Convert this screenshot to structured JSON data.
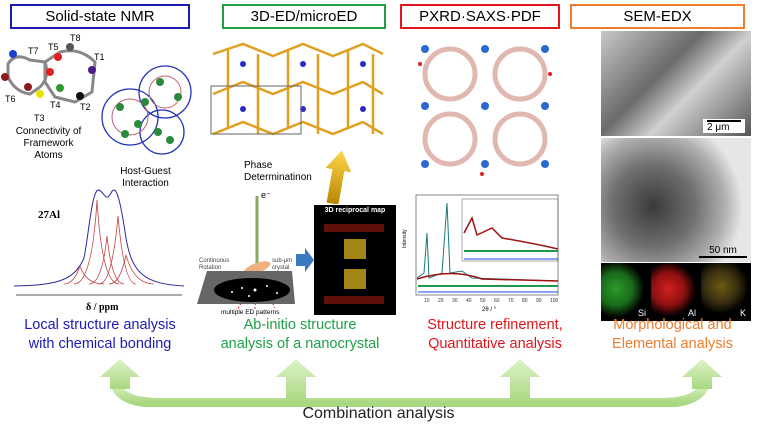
{
  "headers": [
    "Solid-state NMR",
    "3D-ED/microED",
    "PXRD·SAXS·PDF",
    "SEM-EDX"
  ],
  "colors": {
    "nmr": "#1c1cb4",
    "ed": "#1fa047",
    "pxrd": "#e0161b",
    "sem": "#ef7d2e",
    "arrow": "#b6e08a"
  },
  "nmr": {
    "atoms": [
      "T1",
      "T2",
      "T3",
      "T4",
      "T5",
      "T6",
      "T7",
      "T8"
    ],
    "connectivity": "Connectivity of\nFramework\nAtoms",
    "host_guest": "Host-Guest\nInteraction",
    "nucleus": "27Al",
    "xlabel": "δ / ppm"
  },
  "ed": {
    "phase": "Phase\nDeterminatinon",
    "beam": "e⁻",
    "rotation": "Continuous\nRotation",
    "crystal": "sub-μm\ncrystal",
    "patterns": "multiple ED patterns",
    "map": "3D reciprocal map"
  },
  "pxrd": {
    "xlabel": "2θ / °",
    "ylabel": "Intensity",
    "xticks": [
      "10",
      "20",
      "30",
      "40",
      "50",
      "60",
      "70",
      "80",
      "90",
      "100"
    ]
  },
  "sem": {
    "scale1": "2 μm",
    "scale2": "50 nm",
    "elements": [
      "Si",
      "Al",
      "K"
    ]
  },
  "captions": [
    "Local structure analysis\nwith chemical bonding",
    "Ab-initio structure\nanalysis of a nanocrystal",
    "Structure refinement,\nQuantitative analysis",
    "Morphological and\nElemental analysis"
  ],
  "footer": "Combination analysis"
}
